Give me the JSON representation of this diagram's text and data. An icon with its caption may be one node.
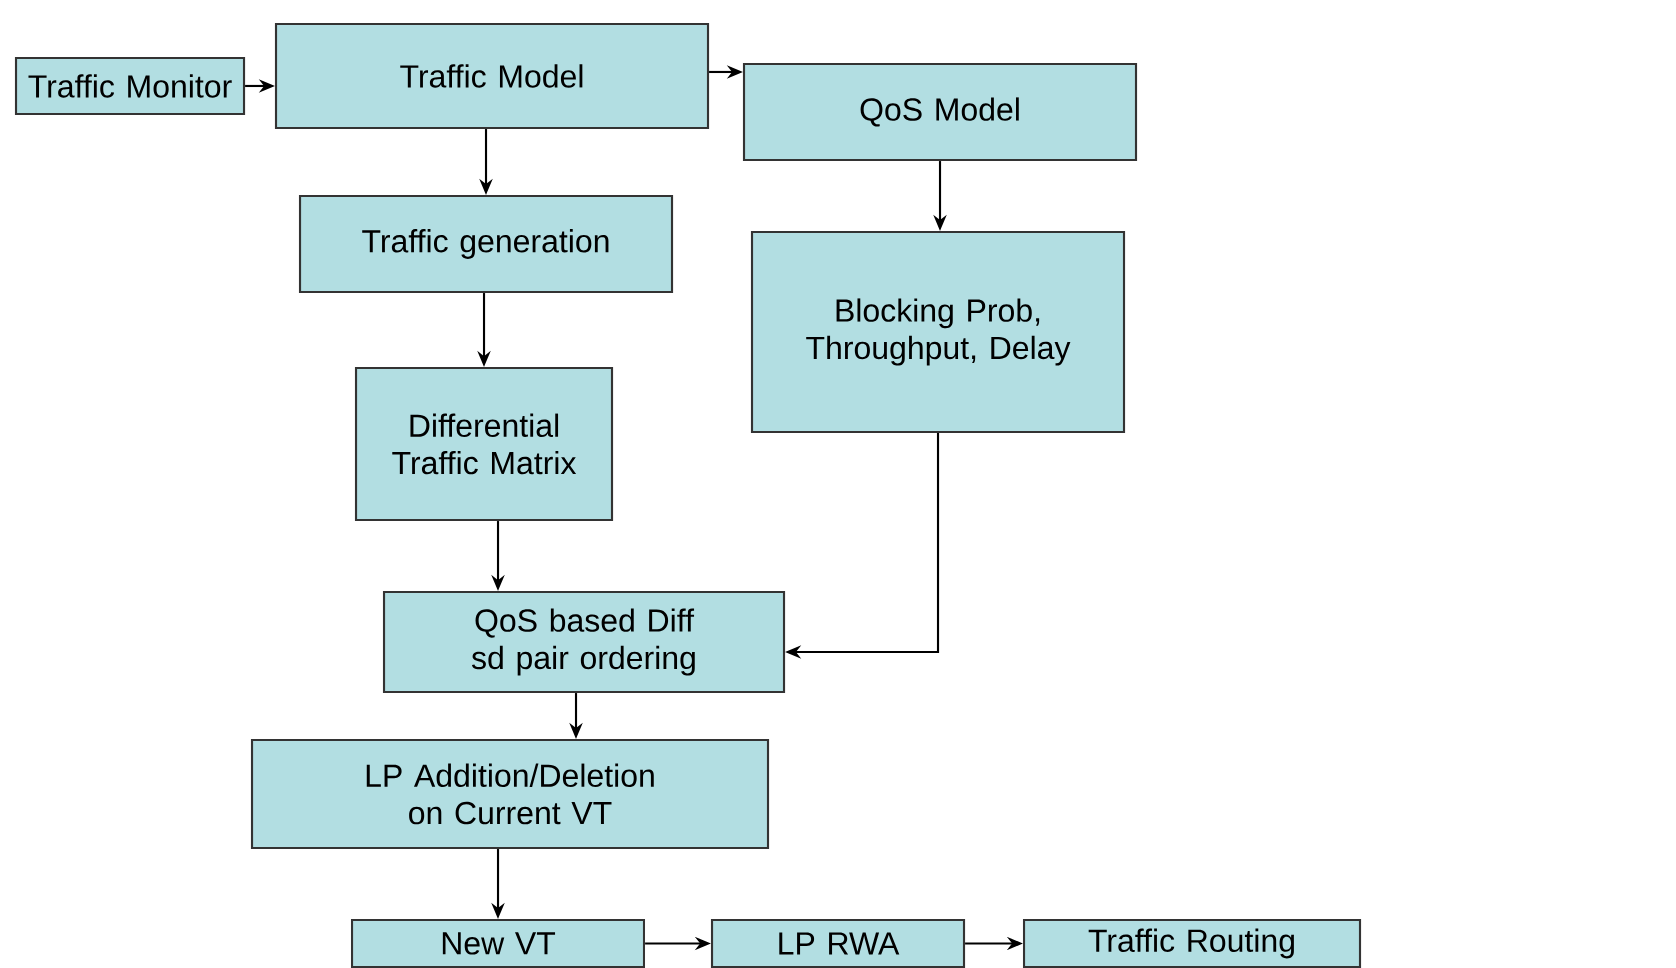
{
  "diagram": {
    "nodes": [
      {
        "text": [
          "Traffic Monitor"
        ]
      },
      {
        "text": [
          "Traffic Model"
        ]
      },
      {
        "text": [
          "QoS Model"
        ]
      },
      {
        "text": [
          "Traffic generation"
        ]
      },
      {
        "text": [
          "Blocking Prob, Throughput, Delay"
        ]
      },
      {
        "text": [
          "Differential Traffic Matrix"
        ]
      },
      {
        "text": [
          "QoS based Diff sd pair ordering"
        ]
      },
      {
        "text": [
          "LP Addition/Deletion on Current VT"
        ]
      },
      {
        "text": [
          "New VT"
        ]
      },
      {
        "text": [
          "LP RWA"
        ]
      },
      {
        "text": [
          "Traffic Routing"
        ]
      }
    ],
    "edges": [
      {
        "from": 0,
        "to": 1,
        "arrow": "to"
      },
      {
        "from": 1,
        "to": 2,
        "arrow": "to"
      },
      {
        "from": 1,
        "to": 3,
        "arrow": "to"
      },
      {
        "from": 2,
        "to": 4,
        "arrow": "to"
      },
      {
        "from": 3,
        "to": 5,
        "arrow": "to"
      },
      {
        "from": 5,
        "to": 6,
        "arrow": "to"
      },
      {
        "from": 4,
        "to": 6,
        "arrow": "to"
      },
      {
        "from": 6,
        "to": 7,
        "arrow": "to"
      },
      {
        "from": 7,
        "to": 8,
        "arrow": "to"
      },
      {
        "from": 8,
        "to": 9,
        "arrow": "to"
      },
      {
        "from": 9,
        "to": 10,
        "arrow": "to"
      }
    ]
  }
}
